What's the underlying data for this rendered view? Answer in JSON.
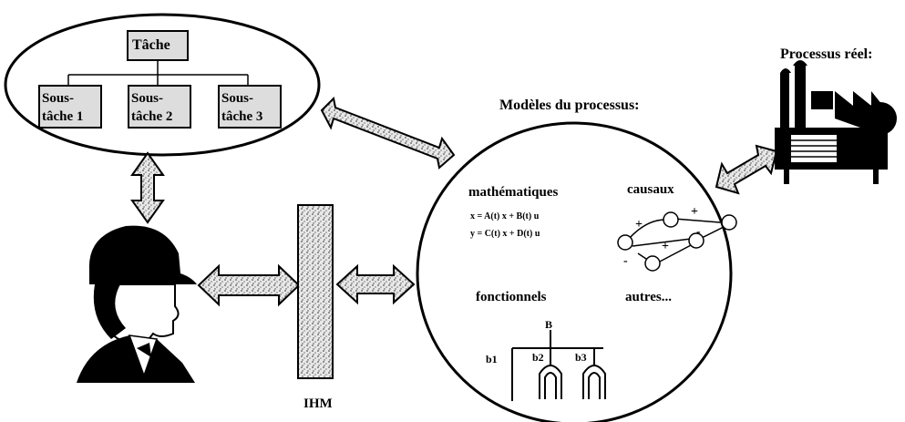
{
  "task_tree": {
    "root": "Tâche",
    "subtasks": [
      {
        "line1": "Sous-",
        "line2": "tâche 1"
      },
      {
        "line1": "Sous-",
        "line2": "tâche 2"
      },
      {
        "line1": "Sous-",
        "line2": "tâche 3"
      }
    ],
    "fill_color": "#dddddd"
  },
  "process": {
    "title": "Processus réel:"
  },
  "models": {
    "title": "Modèles du processus:",
    "math": {
      "label": "mathématiques",
      "eq1": "x = A(t) x + B(t) u",
      "eq2": "y = C(t) x + D(t) u"
    },
    "causal": {
      "label": "causaux",
      "signs": [
        "+",
        "+",
        "+",
        "-",
        "-"
      ]
    },
    "functional": {
      "label": "fonctionnels",
      "top": "B",
      "b1": "b1",
      "b2": "b2",
      "b3": "b3"
    },
    "others": "autres..."
  },
  "hmi": {
    "label": "IHM"
  },
  "icons": [
    "task-hierarchy",
    "factory-icon",
    "operator-helmet-icon",
    "double-arrow-icon"
  ]
}
